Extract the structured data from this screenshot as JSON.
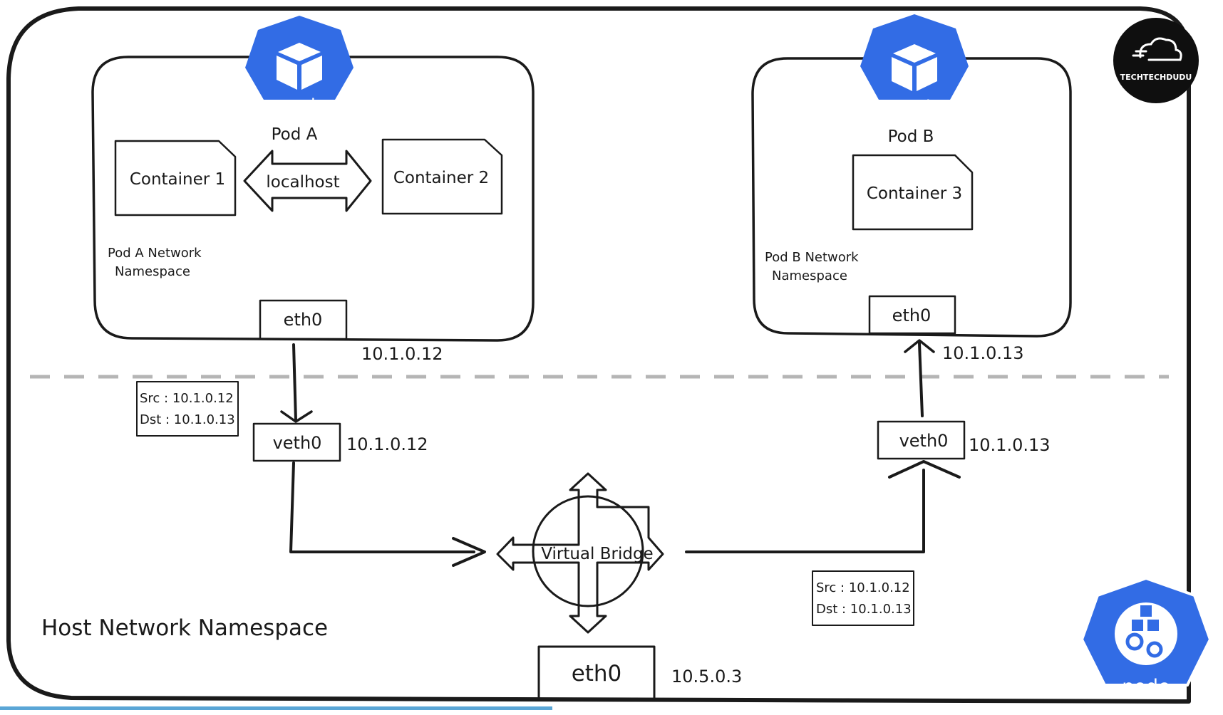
{
  "host_namespace_label": "Host Network Namespace",
  "brand": {
    "logo_text": "TECHTECHDUDU",
    "color": "#0f0f0f"
  },
  "pod_a": {
    "badge_text": "pod",
    "title": "Pod A",
    "containers": [
      "Container 1",
      "Container 2"
    ],
    "link_label": "localhost",
    "namespace_label_line1": "Pod A Network",
    "namespace_label_line2": "Namespace",
    "eth_label": "eth0",
    "eth_ip": "10.1.0.12"
  },
  "pod_b": {
    "badge_text": "pod",
    "title": "Pod B",
    "containers": [
      "Container 3"
    ],
    "namespace_label_line1": "Pod B Network",
    "namespace_label_line2": "Namespace",
    "eth_label": "eth0",
    "eth_ip": "10.1.0.13"
  },
  "veth_left": {
    "label": "veth0",
    "ip": "10.1.0.12"
  },
  "veth_right": {
    "label": "veth0",
    "ip": "10.1.0.13"
  },
  "packet_left": {
    "src": "Src : 10.1.0.12",
    "dst": "Dst : 10.1.0.13"
  },
  "packet_right": {
    "src": "Src : 10.1.0.12",
    "dst": "Dst : 10.1.0.13"
  },
  "bridge": {
    "label": "Virtual Bridge",
    "fill": "#f9dc9c"
  },
  "host_eth": {
    "label": "eth0",
    "ip": "10.5.0.3"
  },
  "node_badge": {
    "text": "node"
  },
  "colors": {
    "k8s_blue": "#326ce5",
    "localhost_arrow": "#74b9d3",
    "dash": "#b5b5b5"
  }
}
